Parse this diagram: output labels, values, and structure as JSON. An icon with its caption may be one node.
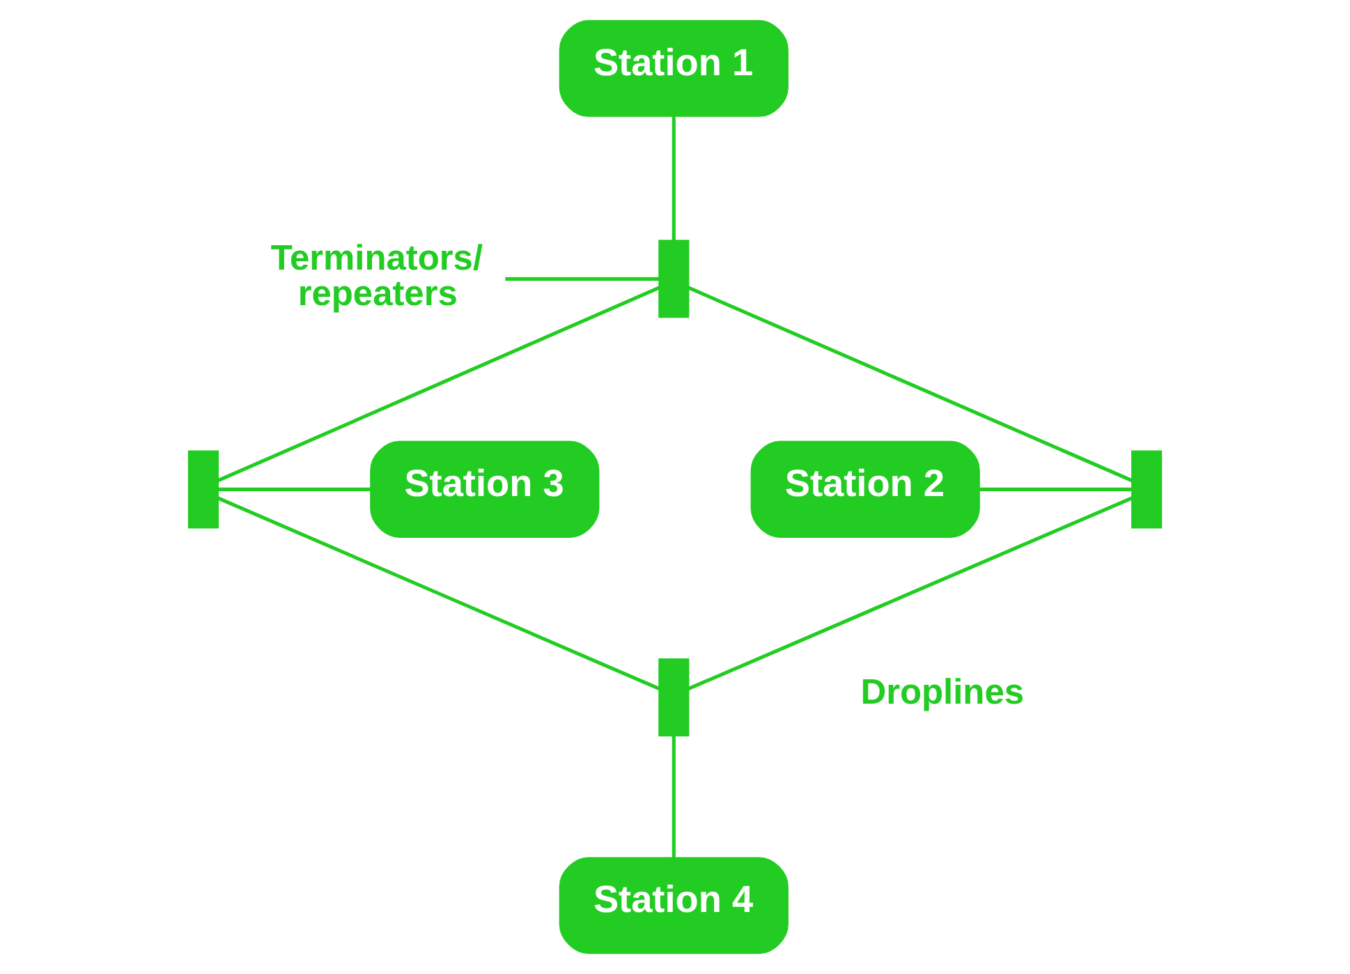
{
  "diagram": {
    "nodes": [
      {
        "text": [
          "Station 1"
        ]
      },
      {
        "text": [
          "Station 2"
        ]
      },
      {
        "text": [
          "Station 3"
        ]
      },
      {
        "text": [
          "Station 4"
        ]
      },
      {
        "text": [],
        "shape": "bar"
      },
      {
        "text": [],
        "shape": "bar"
      },
      {
        "text": [],
        "shape": "bar"
      },
      {
        "text": [],
        "shape": "bar"
      },
      {
        "text": [
          "Terminators/ repeaters"
        ]
      }
    ],
    "edges": [
      {
        "from": 0,
        "to": 4,
        "arrow": "none"
      },
      {
        "from": 8,
        "to": 4,
        "arrow": "none"
      },
      {
        "from": 4,
        "to": 5,
        "arrow": "none"
      },
      {
        "from": 4,
        "to": 6,
        "arrow": "none"
      },
      {
        "from": 1,
        "to": 5,
        "arrow": "none"
      },
      {
        "from": 6,
        "to": 2,
        "arrow": "none"
      },
      {
        "from": 5,
        "to": 7,
        "arrow": "none"
      },
      {
        "from": 6,
        "to": 7,
        "arrow": "none"
      },
      {
        "from": 7,
        "to": 3,
        "arrow": "none"
      }
    ],
    "labels": [
      "Droplines"
    ]
  }
}
